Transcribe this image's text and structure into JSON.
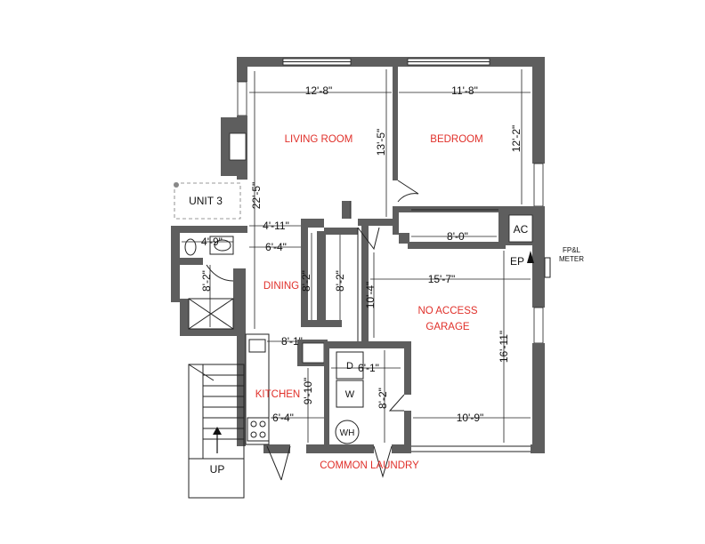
{
  "rooms": {
    "living_room": "LIVING ROOM",
    "bedroom": "BEDROOM",
    "dining": "DINING",
    "no_access": "NO ACCESS",
    "garage": "GARAGE",
    "kitchen": "KITCHEN",
    "common_laundry": "COMMON LAUNDRY"
  },
  "labels": {
    "unit": "UNIT 3",
    "up": "UP",
    "ac": "AC",
    "ep": "EP",
    "meter_line1": "FP&L",
    "meter_line2": "METER",
    "dryer": "D",
    "washer": "W",
    "water_heater": "WH"
  },
  "dimensions": {
    "living_width": "12'-8\"",
    "bedroom_width": "11'-8\"",
    "living_depth": "13'-5\"",
    "bedroom_depth": "12'-2\"",
    "hall_22_5": "22'-5\"",
    "hall_4_11": "4'-11\"",
    "bath_4_9": "4'-9\"",
    "hall_6_4": "6'-4\"",
    "closet_8_0": "8'-0\"",
    "bath_8_2": "8'-2\"",
    "dining_8_2": "8'-2\"",
    "closet_8_2": "8'-2\"",
    "garage_10_4": "10'-4\"",
    "garage_15_7": "15'-7\"",
    "kitchen_8_1": "8'-1\"",
    "laundry_6_1": "6'-1\"",
    "kitchen_9_10": "9'-10\"",
    "laundry_8_2": "8'-2\"",
    "garage_16_11": "16'-11\"",
    "kitchen_6_4": "6'-4\"",
    "garage_10_9": "10'-9\""
  }
}
